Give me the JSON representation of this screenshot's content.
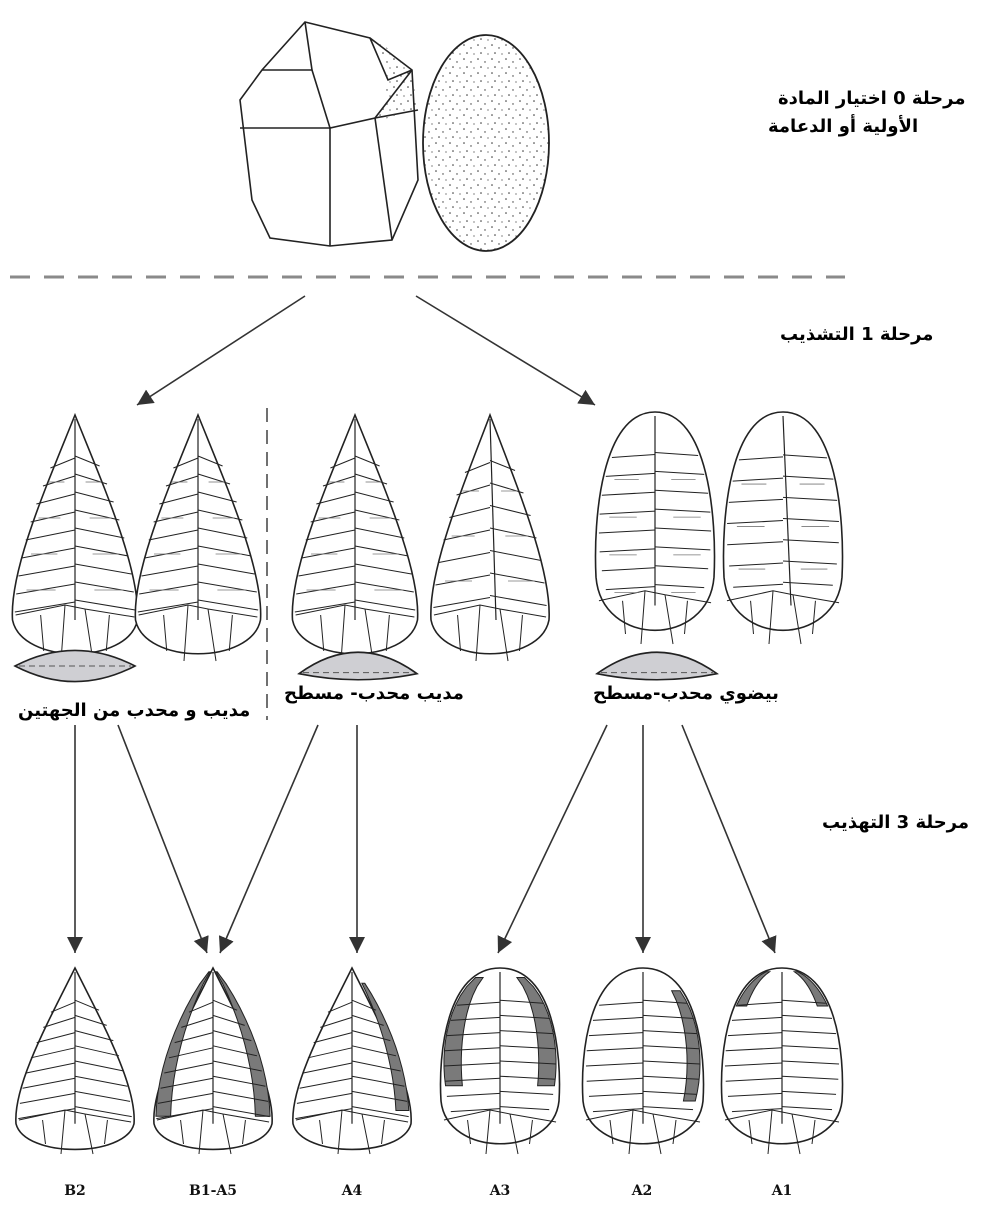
{
  "stages": {
    "stage0_line1": "مرحلة 0 اختيار المادة",
    "stage0_line2": "الأولية أو الدعامة",
    "stage1": "مرحلة 1 التشذيب",
    "stage3": "مرحلة 3 التهذيب"
  },
  "groups": {
    "biconvex": "مديب و محدب من الجهتين",
    "plano_pointed": "مديب محدب- مسطح",
    "plano_oval": "بيضوي محدب-مسطح"
  },
  "types": [
    "B2",
    "B1-A5",
    "A4",
    "A3",
    "A2",
    "A1"
  ],
  "colors": {
    "stroke": "#222222",
    "shade": "#cfcfd3",
    "retouch": "#7a7a7a",
    "dash": "#8a8a8a"
  }
}
